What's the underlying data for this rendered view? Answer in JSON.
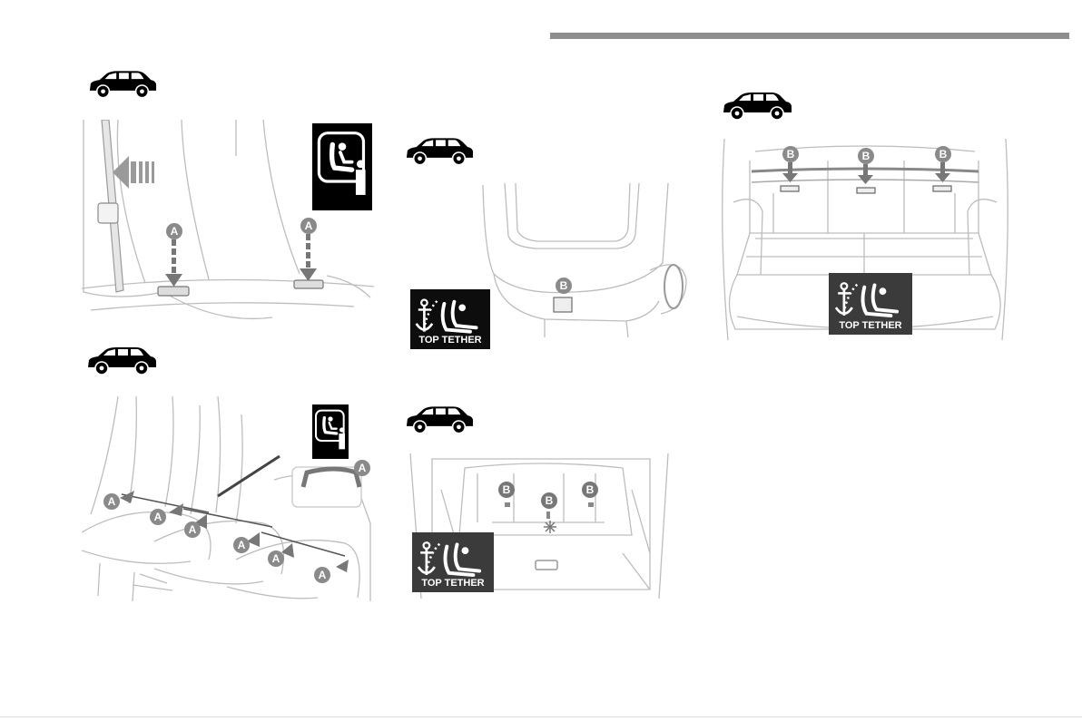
{
  "labels": {
    "anchor_a": "A",
    "anchor_b": "B",
    "top_tether": "TOP TETHER"
  },
  "icons": {
    "car": "suv-silhouette-icon",
    "isofix": "isofix-child-seat-icon",
    "tether": "top-tether-anchor-icon"
  },
  "colors": {
    "page_background": "#ffffff",
    "header_bar": "#8e8e8e",
    "callout": "#8a8a8a",
    "icon_tile": "#000000"
  }
}
